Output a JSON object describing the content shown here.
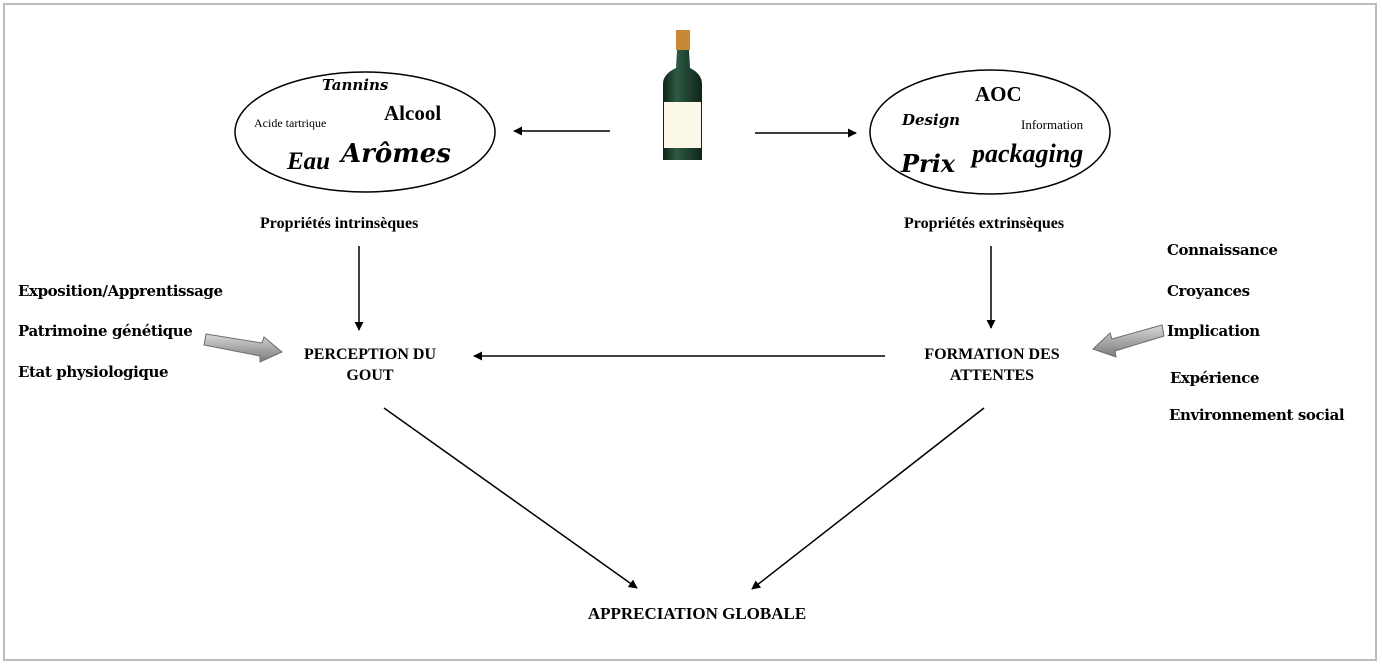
{
  "bottle_icon": "wine-bottle-icon",
  "intrinsic": {
    "words": {
      "tannins": "Tannins",
      "acide": "Acide tartrique",
      "alcool": "Alcool",
      "eau": "Eau",
      "aromes": "Arômes"
    },
    "label": "Propriétés intrinsèques"
  },
  "extrinsic": {
    "words": {
      "aoc": "AOC",
      "design": "Design",
      "information": "Information",
      "prix": "Prix",
      "packaging": "packaging"
    },
    "label": "Propriétés extrinsèques"
  },
  "left_factors": [
    "Exposition/Apprentissage",
    "Patrimoine génétique",
    "Etat physiologique"
  ],
  "right_factors": [
    "Connaissance",
    "Croyances",
    "Implication",
    "Expérience",
    "Environnement social"
  ],
  "nodes": {
    "perception_line1": "PERCEPTION DU",
    "perception_line2": "GOUT",
    "attentes_line1": "FORMATION DES",
    "attentes_line2": "ATTENTES",
    "appreciation": "APPRECIATION GLOBALE"
  },
  "colors": {
    "bottle_glass": "#1f3b2c",
    "bottle_cap": "#c8883a",
    "bottle_label": "#fbf8ea",
    "block_arrow": "#a9a9a9",
    "frame": "#bdbdbd"
  }
}
